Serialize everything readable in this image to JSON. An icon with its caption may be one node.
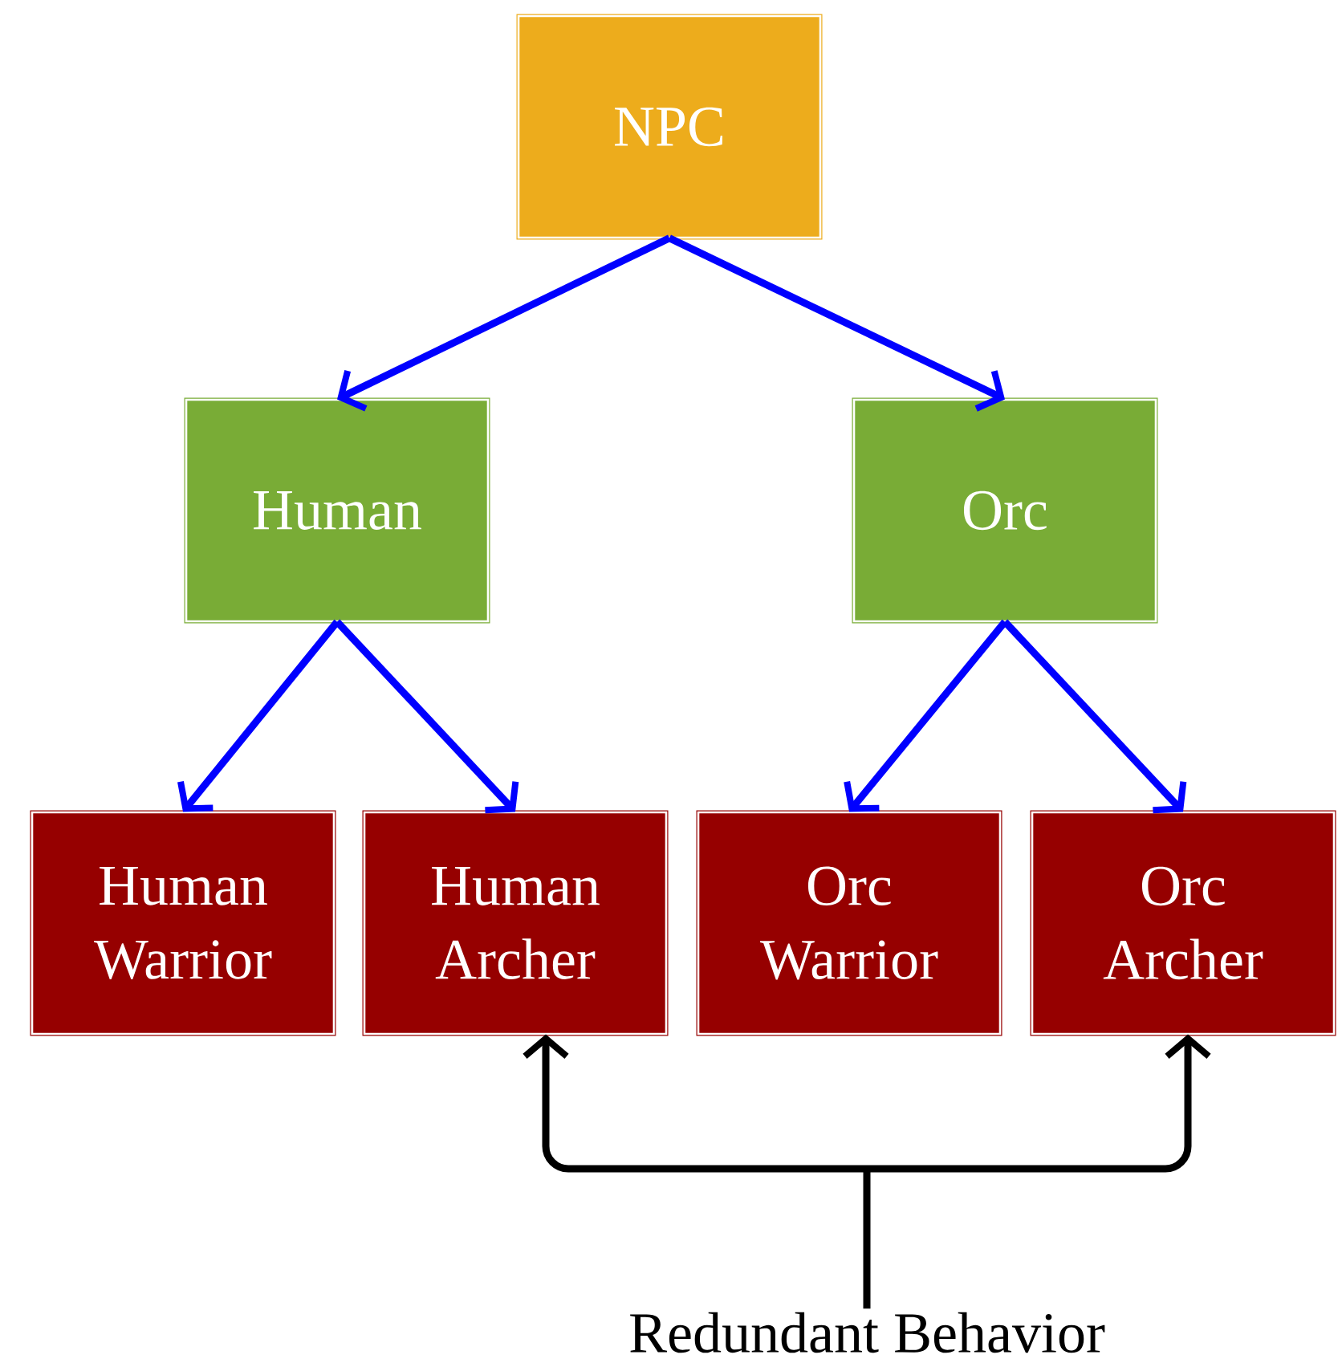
{
  "diagram": {
    "nodes": [
      {
        "text": [
          "NPC"
        ]
      },
      {
        "text": [
          "Human"
        ]
      },
      {
        "text": [
          "Orc"
        ]
      },
      {
        "text": [
          "Human Warrior"
        ]
      },
      {
        "text": [
          "Human Archer"
        ]
      },
      {
        "text": [
          "Orc Warrior"
        ]
      },
      {
        "text": [
          "Orc Archer"
        ]
      },
      {
        "text": [
          "Redundant Behavior"
        ]
      }
    ],
    "edges": [
      {
        "from": 0,
        "to": 1,
        "arrow": "to"
      },
      {
        "from": 0,
        "to": 2,
        "arrow": "to"
      },
      {
        "from": 1,
        "to": 3,
        "arrow": "to"
      },
      {
        "from": 1,
        "to": 4,
        "arrow": "to"
      },
      {
        "from": 2,
        "to": 5,
        "arrow": "to"
      },
      {
        "from": 2,
        "to": 6,
        "arrow": "to"
      },
      {
        "from": 7,
        "to": 4,
        "arrow": "to",
        "color": "#000000"
      },
      {
        "from": 7,
        "to": 6,
        "arrow": "to",
        "color": "#000000"
      }
    ]
  }
}
